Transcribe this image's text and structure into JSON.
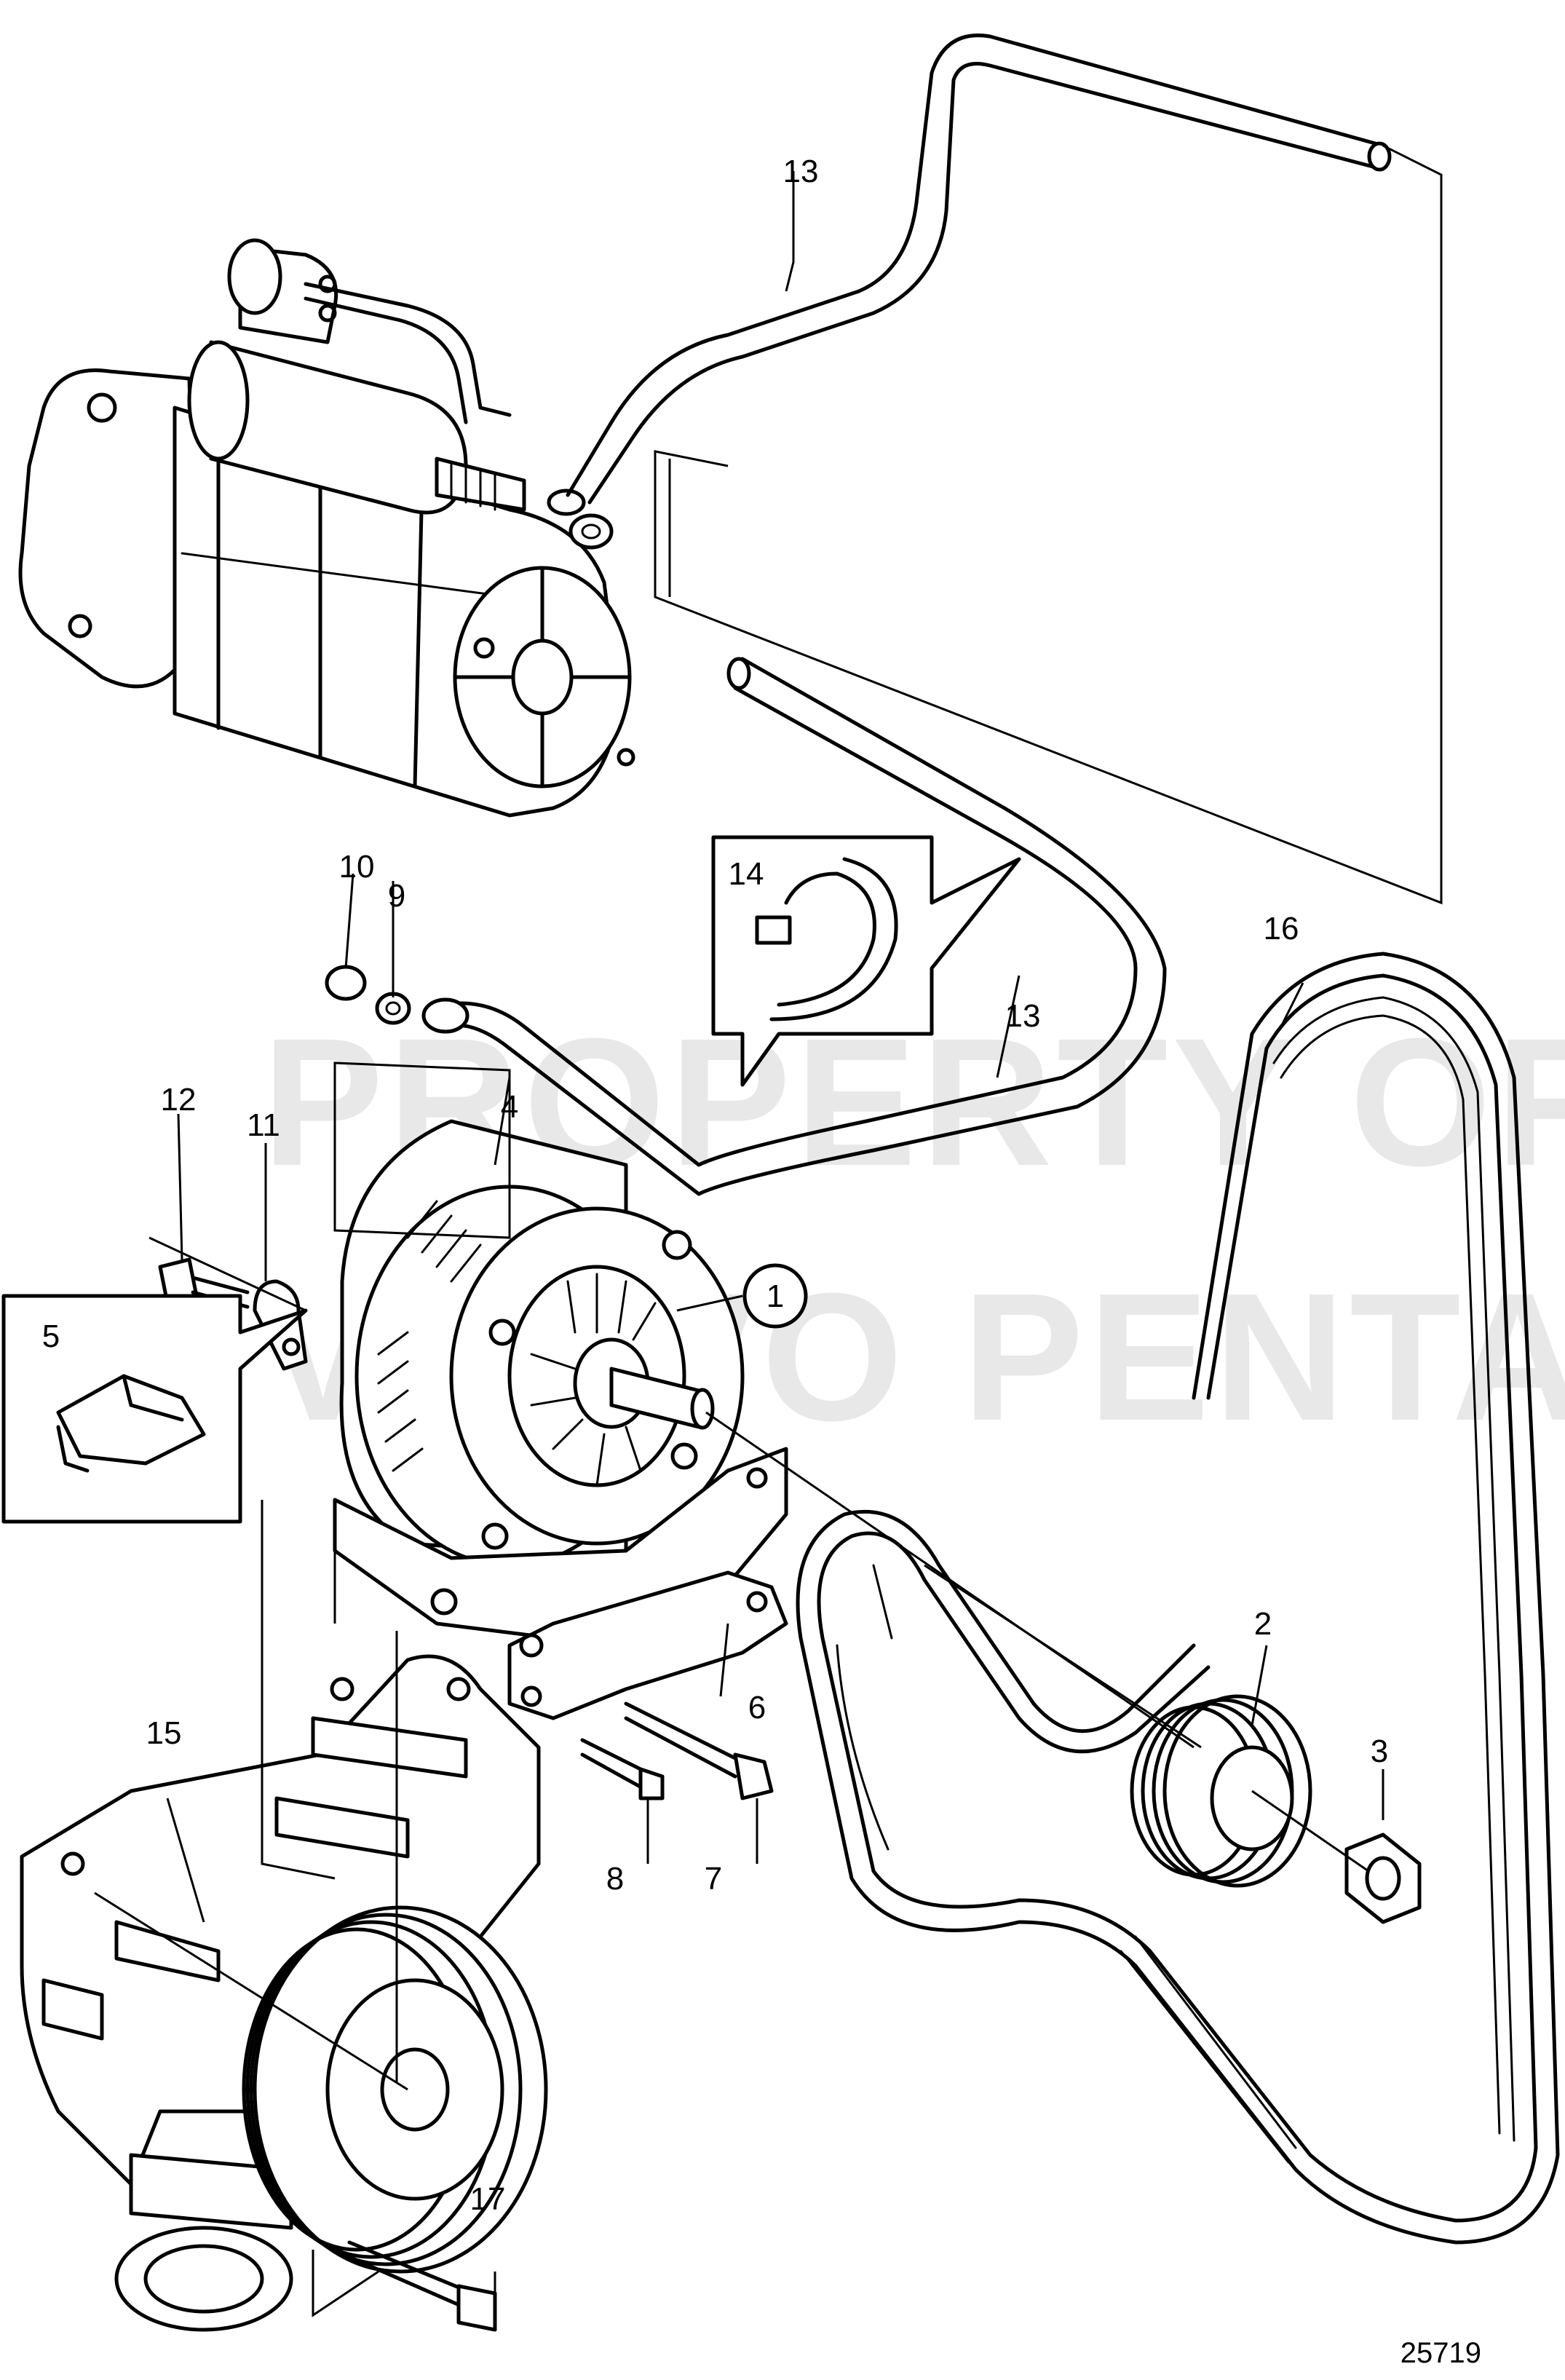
{
  "watermark": {
    "line1": "PROPERTY OF",
    "line2": "VOLVO PENTA"
  },
  "drawing_number": "25719",
  "callouts": {
    "c1": "1",
    "c2": "2",
    "c3": "3",
    "c4": "4",
    "c5": "5",
    "c6": "6",
    "c7": "7",
    "c8": "8",
    "c9": "9",
    "c10": "10",
    "c11": "11",
    "c12": "12",
    "c13a": "13",
    "c13b": "13",
    "c14": "14",
    "c15": "15",
    "c16": "16",
    "c17": "17"
  },
  "icons": {
    "starter_motor": "starter-motor-icon",
    "alternator": "alternator-icon",
    "water_pump": "water-pump-icon",
    "poly_v_belt": "drive-belt-icon",
    "pulley": "pulley-icon",
    "cable_tie": "cable-tie-icon",
    "connector": "connector-icon"
  }
}
